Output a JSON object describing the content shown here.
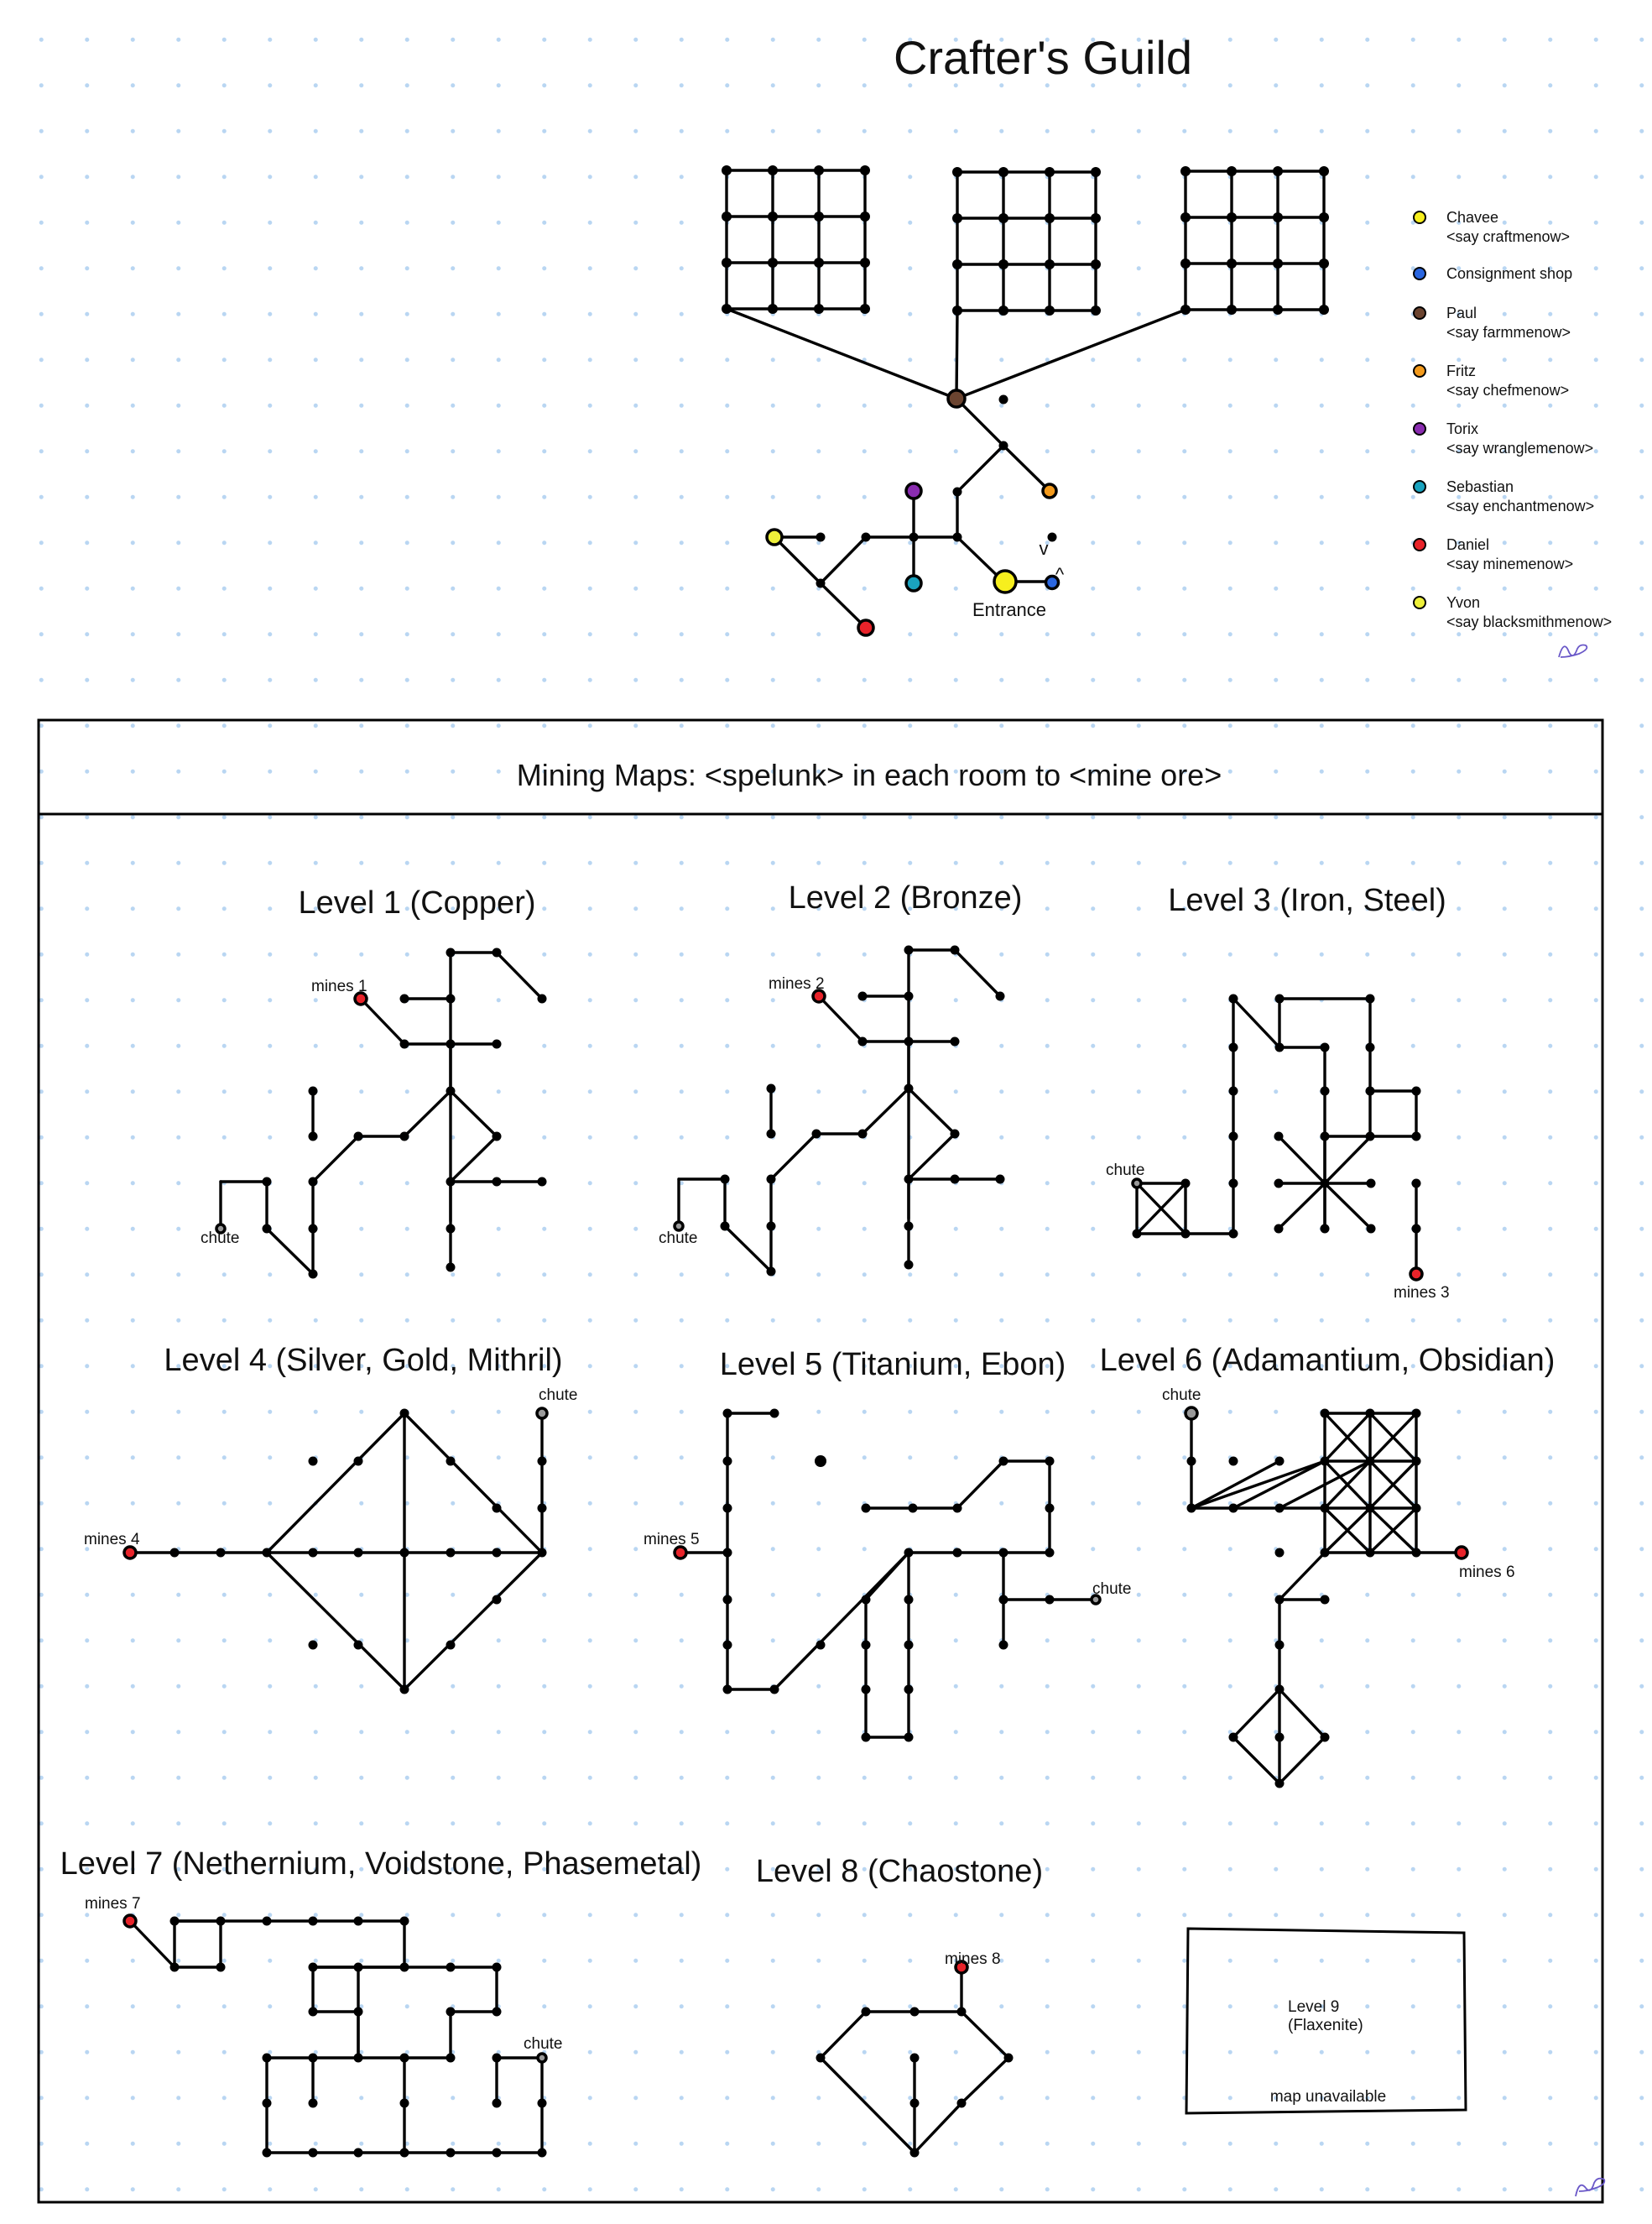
{
  "title": "Crafter's Guild",
  "guild": {
    "entrance_label": "Entrance",
    "arrow_v": "v",
    "arrow_up": "^"
  },
  "legend": [
    {
      "name": "Chavee",
      "command": "<say craftmenow>",
      "color": "#f7ef1e",
      "icon": "yellow-dot-icon"
    },
    {
      "name": "Consignment shop",
      "command": "",
      "color": "#2a66e0",
      "icon": "blue-dot-icon"
    },
    {
      "name": "Paul",
      "command": "<say farmmenow>",
      "color": "#6b4430",
      "icon": "brown-dot-icon"
    },
    {
      "name": "Fritz",
      "command": "<say chefmenow>",
      "color": "#f39a1c",
      "icon": "orange-dot-icon"
    },
    {
      "name": "Torix",
      "command": "<say wranglemenow>",
      "color": "#8a2cb0",
      "icon": "purple-dot-icon"
    },
    {
      "name": "Sebastian",
      "command": "<say enchantmenow>",
      "color": "#1aa3bf",
      "icon": "cyan-dot-icon"
    },
    {
      "name": "Daniel",
      "command": "<say minemenow>",
      "color": "#e8232a",
      "icon": "red-dot-icon"
    },
    {
      "name": "Yvon",
      "command": "<say blacksmithmenow>",
      "color": "#eef03a",
      "icon": "yellow-green-dot-icon"
    }
  ],
  "mining": {
    "banner": "Mining Maps: <spelunk> in each room to <mine ore>",
    "levels": {
      "l1": "Level 1  (Copper)",
      "l2": "Level 2 (Bronze)",
      "l3": "Level 3 (Iron, Steel)",
      "l4": "Level 4 (Silver, Gold, Mithril)",
      "l5": "Level 5 (Titanium, Ebon)",
      "l6": "Level 6 (Adamantium, Obsidian)",
      "l7": "Level 7 (Nethernium, Voidstone, Phasemetal)",
      "l8": "Level 8 (Chaostone)"
    },
    "level9": {
      "line1": "Level 9",
      "line2": "(Flaxenite)",
      "note": "map unavailable"
    },
    "labels": {
      "mines1": "mines 1",
      "mines2": "mines 2",
      "mines3": "mines 3",
      "mines4": "mines 4",
      "mines5": "mines 5",
      "mines6": "mines 6",
      "mines7": "mines 7",
      "mines8": "mines 8",
      "chute": "chute"
    }
  },
  "colors": {
    "mine_exit": "#e8232a",
    "chute": "#9a9a9a",
    "grid_dot": "#b9d6f2"
  }
}
